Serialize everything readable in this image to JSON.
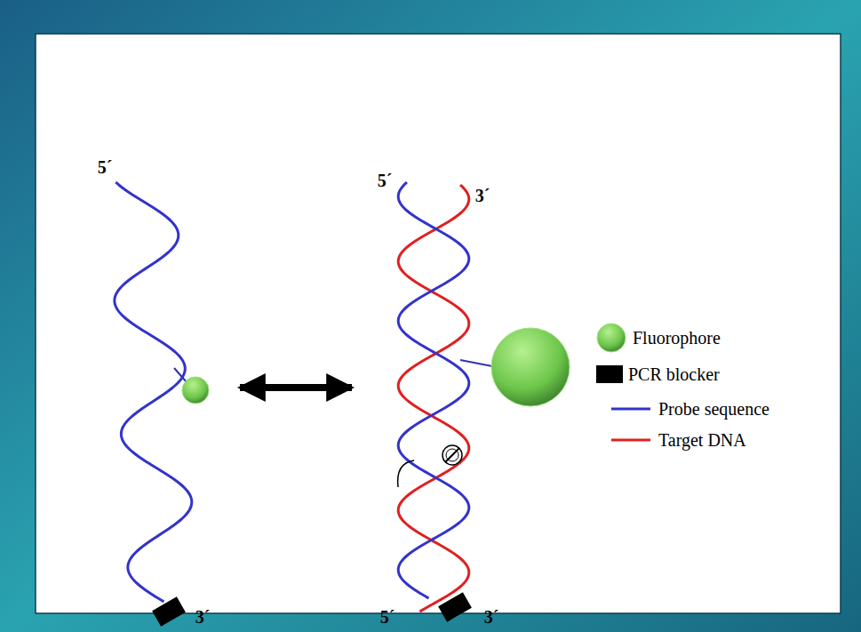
{
  "diagram": {
    "labels": [
      "5´",
      "3´",
      "5´",
      "3´",
      "5´",
      "3´"
    ],
    "legend": [
      {
        "text": "Fluorophore"
      },
      {
        "text": "PCR blocker",
        "color": "#000000"
      },
      {
        "text": "Probe sequence"
      },
      {
        "text": "Target DNA"
      }
    ]
  }
}
